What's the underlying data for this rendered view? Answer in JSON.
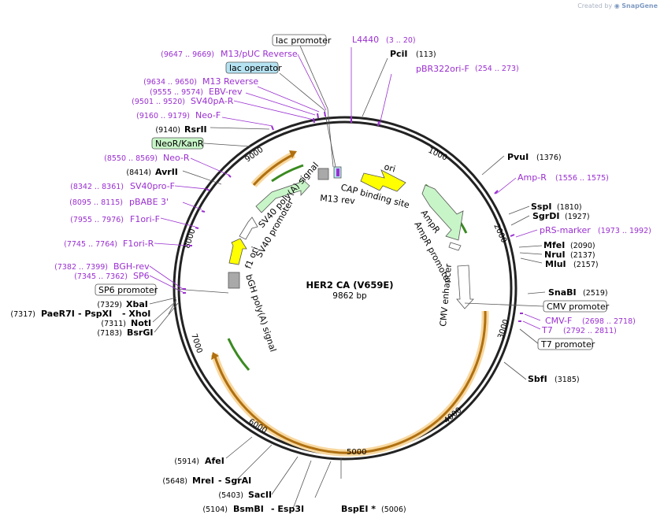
{
  "watermark": {
    "prefix": "Created by",
    "brand": "SnapGene"
  },
  "plasmid": {
    "name": "HER2 CA (V659E)",
    "size": "9862 bp"
  },
  "ticks": [
    "1000",
    "2000",
    "3000",
    "4000",
    "5000",
    "6000",
    "7000",
    "8000",
    "9000"
  ],
  "enzymes": {
    "pcil": {
      "name": "PciI",
      "pos": "(113)"
    },
    "pvui": {
      "name": "PvuI",
      "pos": "(1376)"
    },
    "sspi": {
      "name": "SspI",
      "pos": "(1810)"
    },
    "sgrdi": {
      "name": "SgrDI",
      "pos": "(1927)"
    },
    "mfei": {
      "name": "MfeI",
      "pos": "(2090)"
    },
    "nrui": {
      "name": "NruI",
      "pos": "(2137)"
    },
    "mlui": {
      "name": "MluI",
      "pos": "(2157)"
    },
    "snabi": {
      "name": "SnaBI",
      "pos": "(2519)"
    },
    "sbfi": {
      "name": "SbfI",
      "pos": "(3185)"
    },
    "bspei": {
      "name": "BspEI *",
      "pos": "(5006)"
    },
    "bsmbi": {
      "name": "BsmBI",
      "pos": "(5104)"
    },
    "esp3i": {
      "name": "- Esp3I"
    },
    "sacii": {
      "name": "SacII",
      "pos": "(5403)"
    },
    "mrei": {
      "name": "MreI",
      "pos": "(5648)"
    },
    "sgrai": {
      "name": "- SgrAI"
    },
    "afei": {
      "name": "AfeI",
      "pos": "(5914)"
    },
    "bsrgi": {
      "name": "BsrGI",
      "pos": "(7183)"
    },
    "noti": {
      "name": "NotI",
      "pos": "(7311)"
    },
    "paer7i": {
      "name": "PaeR7I",
      "pos": "(7317)"
    },
    "pspxi": {
      "name": "- PspXI"
    },
    "xhoi": {
      "name": "- XhoI"
    },
    "xbai": {
      "name": "XbaI",
      "pos": "(7329)"
    },
    "avrii": {
      "name": "AvrII",
      "pos": "(8414)"
    },
    "rsrii": {
      "name": "RsrII",
      "pos": "(9140)"
    }
  },
  "primers": {
    "l4440": {
      "name": "L4440",
      "pos": "(3 .. 20)"
    },
    "pbr322": {
      "name": "pBR322ori-F",
      "pos": "(254 .. 273)"
    },
    "ampr": {
      "name": "Amp-R",
      "pos": "(1556 .. 1575)"
    },
    "prs": {
      "name": "pRS-marker",
      "pos": "(1973 .. 1992)"
    },
    "cmvf": {
      "name": "CMV-F",
      "pos": "(2698 .. 2718)"
    },
    "t7": {
      "name": "T7",
      "pos": "(2792 .. 2811)"
    },
    "sp6": {
      "name": "SP6",
      "pos": "(7345 .. 7362)"
    },
    "bghrev": {
      "name": "BGH-rev",
      "pos": "(7382 .. 7399)"
    },
    "f1orir": {
      "name": "F1ori-R",
      "pos": "(7745 .. 7764)"
    },
    "f1orif": {
      "name": "F1ori-F",
      "pos": "(7955 .. 7976)"
    },
    "pbabe": {
      "name": "pBABE 3'",
      "pos": "(8095 .. 8115)"
    },
    "sv40pro": {
      "name": "SV40pro-F",
      "pos": "(8342 .. 8361)"
    },
    "neor": {
      "name": "Neo-R",
      "pos": "(8550 .. 8569)"
    },
    "neof": {
      "name": "Neo-F",
      "pos": "(9160 .. 9179)"
    },
    "sv40pa": {
      "name": "SV40pA-R",
      "pos": "(9501 .. 9520)"
    },
    "ebv": {
      "name": "EBV-rev",
      "pos": "(9555 .. 9574)"
    },
    "m13r": {
      "name": "M13 Reverse",
      "pos": "(9634 .. 9650)"
    },
    "m13puc": {
      "name": "M13/pUC Reverse",
      "pos": "(9647 .. 9669)"
    }
  },
  "boxed": {
    "lac_promoter": "lac promoter",
    "lac_operator": "lac operator",
    "neor_kanr": "NeoR/KanR",
    "sp6_promoter": "SP6 promoter",
    "cmv_promoter": "CMV promoter",
    "t7_promoter": "T7 promoter"
  },
  "features": {
    "ori": "ori",
    "cap": "CAP binding site",
    "m13rev": "M13 rev",
    "sv40polya": "SV40 poly(A) signal",
    "sv40prom": "SV40 promoter",
    "f1ori": "f1 ori",
    "bgh": "bGH poly(A) signal",
    "ampr1": "AmpR",
    "ampr2": "AmpR promoter",
    "cmvenh": "CMV enhancer"
  },
  "colors": {
    "primer": "#9a2fd0",
    "orf": "#f0a030",
    "ori": "#ffff00",
    "marker": "#c8f5c8"
  }
}
